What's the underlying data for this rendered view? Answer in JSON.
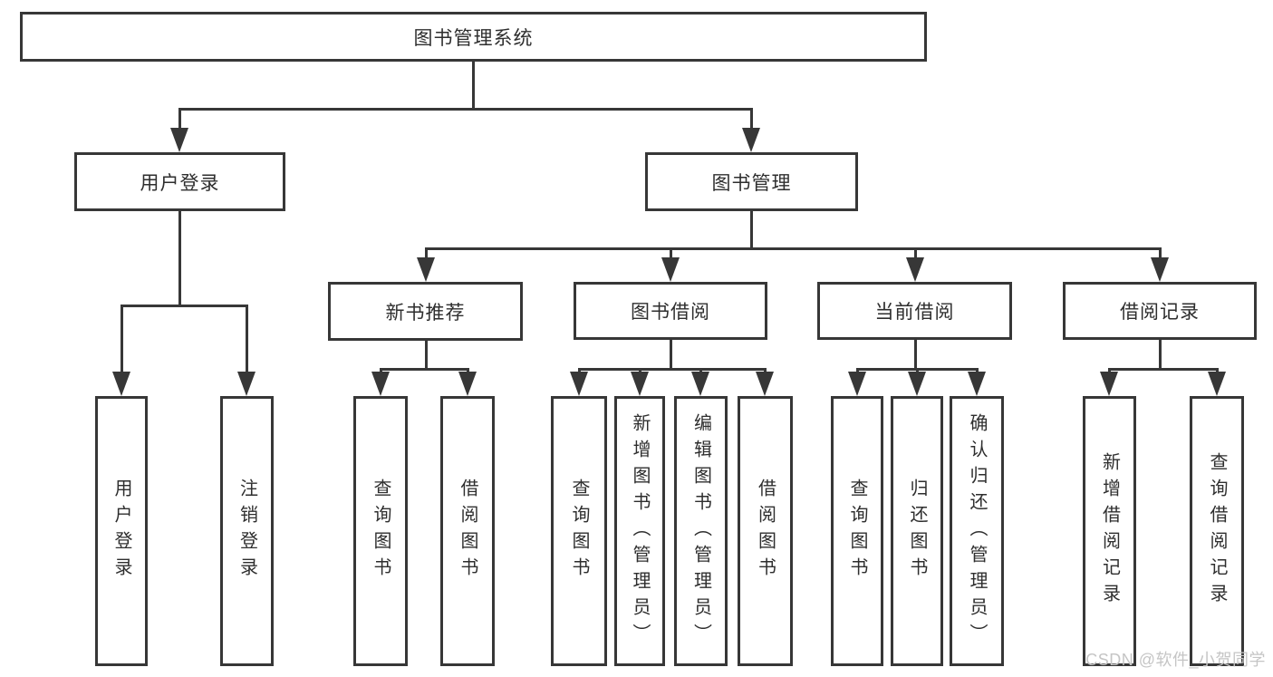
{
  "diagram": {
    "type": "hierarchy-tree",
    "title": "图书管理系统",
    "root": {
      "label": "图书管理系统",
      "children": [
        {
          "label": "用户登录",
          "children": [
            {
              "label": "用户登录"
            },
            {
              "label": "注销登录"
            }
          ]
        },
        {
          "label": "图书管理",
          "children": [
            {
              "label": "新书推荐",
              "children": [
                {
                  "label": "查询图书"
                },
                {
                  "label": "借阅图书"
                }
              ]
            },
            {
              "label": "图书借阅",
              "children": [
                {
                  "label": "查询图书"
                },
                {
                  "label": "新增图书（管理员）"
                },
                {
                  "label": "编辑图书（管理员）"
                },
                {
                  "label": "借阅图书"
                }
              ]
            },
            {
              "label": "当前借阅",
              "children": [
                {
                  "label": "查询图书"
                },
                {
                  "label": "归还图书"
                },
                {
                  "label": "确认归还（管理员）"
                }
              ]
            },
            {
              "label": "借阅记录",
              "children": [
                {
                  "label": "新增借阅记录"
                },
                {
                  "label": "查询借阅记录"
                }
              ]
            }
          ]
        }
      ]
    }
  },
  "nodes": {
    "root": "图书管理系统",
    "user_login": "用户登录",
    "book_mgmt": "图书管理",
    "new_book_rec": "新书推荐",
    "book_borrow": "图书借阅",
    "current_borrow": "当前借阅",
    "borrow_record": "借阅记录",
    "user_login_leaf": "用户登录",
    "logout_leaf": "注销登录",
    "query_book_1": "查询图书",
    "borrow_book_1": "借阅图书",
    "query_book_2": "查询图书",
    "add_book_admin": "新增图书（管理员）",
    "edit_book_admin": "编辑图书（管理员）",
    "borrow_book_2": "借阅图书",
    "query_book_3": "查询图书",
    "return_book": "归还图书",
    "confirm_return_admin": "确认归还（管理员）",
    "add_borrow_record": "新增借阅记录",
    "query_borrow_record": "查询借阅记录"
  },
  "watermark": {
    "text": "CSDN @软件_小贺同学"
  },
  "colors": {
    "line": "#373737",
    "text": "#2e2e2e",
    "watermark": "#c5c5c5",
    "background": "#ffffff"
  }
}
